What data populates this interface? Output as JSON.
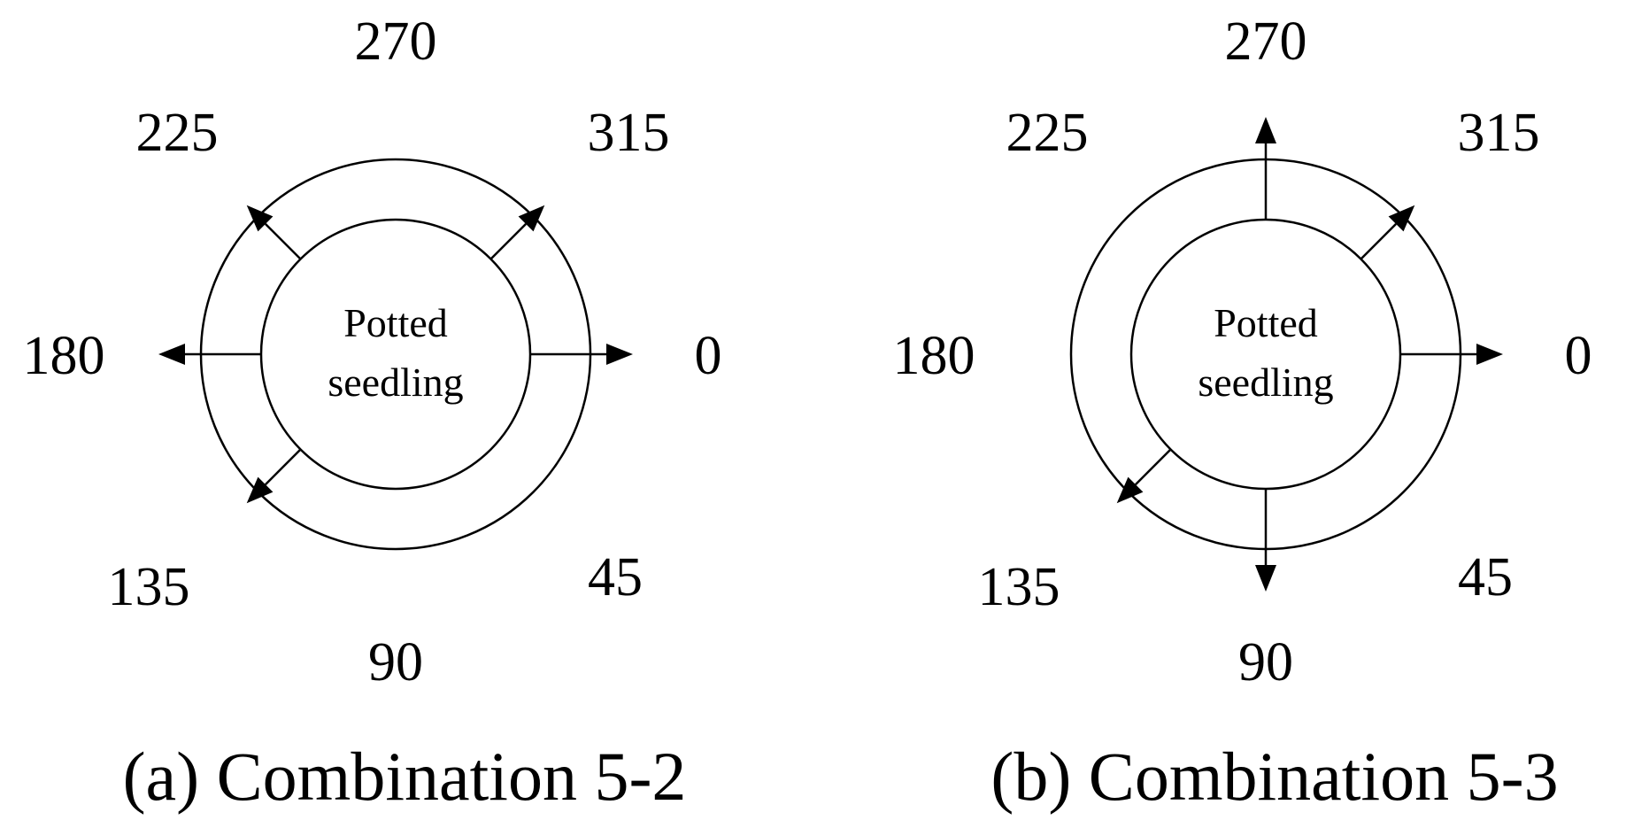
{
  "panels": [
    {
      "id": "a",
      "center_label_lines": [
        "Potted",
        "seedling"
      ],
      "caption": "(a) Combination 5-2",
      "angle_labels": [
        "0",
        "45",
        "90",
        "135",
        "180",
        "225",
        "270",
        "315"
      ],
      "arrow_directions": [
        "0",
        "135",
        "180",
        "225",
        "315"
      ]
    },
    {
      "id": "b",
      "center_label_lines": [
        "Potted",
        "seedling"
      ],
      "caption": "(b) Combination 5-3",
      "angle_labels": [
        "0",
        "45",
        "90",
        "135",
        "180",
        "225",
        "270",
        "315"
      ],
      "arrow_directions": [
        "0",
        "90",
        "135",
        "270",
        "315"
      ]
    }
  ]
}
